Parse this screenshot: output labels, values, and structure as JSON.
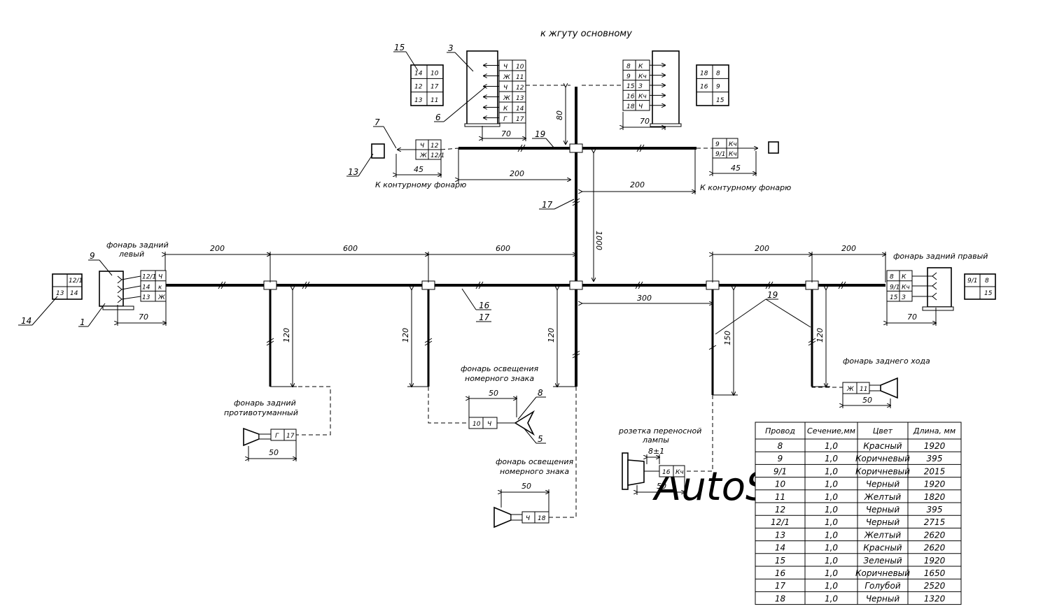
{
  "title": "к жгуту основному",
  "watermark": "AutoSoft",
  "callouts": {
    "c1": "1",
    "c3": "3",
    "c5": "5",
    "c6": "6",
    "c7": "7",
    "c8": "8",
    "c9": "9",
    "c13": "13",
    "c14": "14",
    "c15": "15",
    "c16": "16",
    "c17": "17",
    "c17b": "17",
    "c19": "19",
    "c19b": "19"
  },
  "labels": {
    "contour_left": "К контурному фонарю",
    "contour_right": "К контурному фонарю",
    "rear_left_1": "фонарь задний",
    "rear_left_2": "левый",
    "rear_right": "фонарь задний правый",
    "fog_1": "фонарь задний",
    "fog_2": "противотуманный",
    "plate1_1": "фонарь освещения",
    "plate1_2": "номерного знака",
    "plate2_1": "фонарь освещения",
    "plate2_2": "номерного знака",
    "reverse": "фонарь заднего хода",
    "socket_1": "розетка переносной",
    "socket_2": "лампы"
  },
  "dimensions": {
    "d70_top": "70",
    "d80": "80",
    "d70_top_right": "70",
    "d45_left": "45",
    "d45_right": "45",
    "d200_contour_left": "200",
    "d200_contour_right": "200",
    "d1000": "1000",
    "d200_a": "200",
    "d600_a": "600",
    "d600_b": "600",
    "d200_b": "200",
    "d200_c": "200",
    "d300": "300",
    "d70_left": "70",
    "d70_right": "70",
    "d120_a": "120",
    "d120_b": "120",
    "d120_c": "120",
    "d150": "150",
    "d120_d": "120",
    "d50_plate1": "50",
    "d50_fog": "50",
    "d50_plate2": "50",
    "d50_socket": "50",
    "d50_rev": "50",
    "d8pm1": "8±1"
  },
  "connectors": {
    "top_left_pins": [
      [
        "Ч",
        "10"
      ],
      [
        "Ж",
        "11"
      ],
      [
        "Ч",
        "12"
      ],
      [
        "Ж",
        "13"
      ],
      [
        "К",
        "14"
      ],
      [
        "Г",
        "17"
      ]
    ],
    "top_right_pins": [
      [
        "8",
        "К"
      ],
      [
        "9",
        "Кч"
      ],
      [
        "15",
        "З"
      ],
      [
        "16",
        "Кч"
      ],
      [
        "18",
        "Ч"
      ]
    ],
    "block15": [
      [
        "14",
        "10"
      ],
      [
        "12",
        "17"
      ],
      [
        "13",
        "11"
      ]
    ],
    "block_right_top": [
      [
        "18",
        "8"
      ],
      [
        "16",
        "9"
      ],
      [
        "",
        "15"
      ]
    ],
    "contour_left": [
      [
        "Ч",
        "12"
      ],
      [
        "Ж",
        "12/1"
      ]
    ],
    "contour_right": [
      [
        "9",
        "Кч"
      ],
      [
        "9/1",
        "Кч"
      ]
    ],
    "rear_left": [
      [
        "12/1",
        "Ч"
      ],
      [
        "14",
        "к"
      ],
      [
        "13",
        "Ж"
      ]
    ],
    "rear_right": [
      [
        "8",
        "К"
      ],
      [
        "9/1",
        "Кч"
      ],
      [
        "15",
        "З"
      ]
    ],
    "block14": [
      [
        "12/1"
      ],
      [
        "13",
        "14"
      ]
    ],
    "block_far_right": [
      [
        "9/1",
        "8"
      ],
      [
        "",
        "15"
      ]
    ],
    "fog": [
      "Г",
      "17"
    ],
    "plate1": [
      "10",
      "Ч"
    ],
    "plate2": [
      "Ч",
      "18"
    ],
    "socket": [
      "16",
      "Кч"
    ],
    "reverse": [
      "Ж",
      "11"
    ]
  },
  "wire_table": {
    "headers": [
      "Провод",
      "Сечение,мм",
      "Цвет",
      "Длина, мм"
    ],
    "rows": [
      [
        "8",
        "1,0",
        "Красный",
        "1920"
      ],
      [
        "9",
        "1,0",
        "Коричневый",
        "395"
      ],
      [
        "9/1",
        "1,0",
        "Коричневый",
        "2015"
      ],
      [
        "10",
        "1,0",
        "Черный",
        "1920"
      ],
      [
        "11",
        "1,0",
        "Желтый",
        "1820"
      ],
      [
        "12",
        "1,0",
        "Черный",
        "395"
      ],
      [
        "12/1",
        "1,0",
        "Черный",
        "2715"
      ],
      [
        "13",
        "1,0",
        "Желтый",
        "2620"
      ],
      [
        "14",
        "1,0",
        "Красный",
        "2620"
      ],
      [
        "15",
        "1,0",
        "Зеленый",
        "1920"
      ],
      [
        "16",
        "1,0",
        "Коричневый",
        "1650"
      ],
      [
        "17",
        "1,0",
        "Голубой",
        "2520"
      ],
      [
        "18",
        "1,0",
        "Черный",
        "1320"
      ]
    ]
  }
}
